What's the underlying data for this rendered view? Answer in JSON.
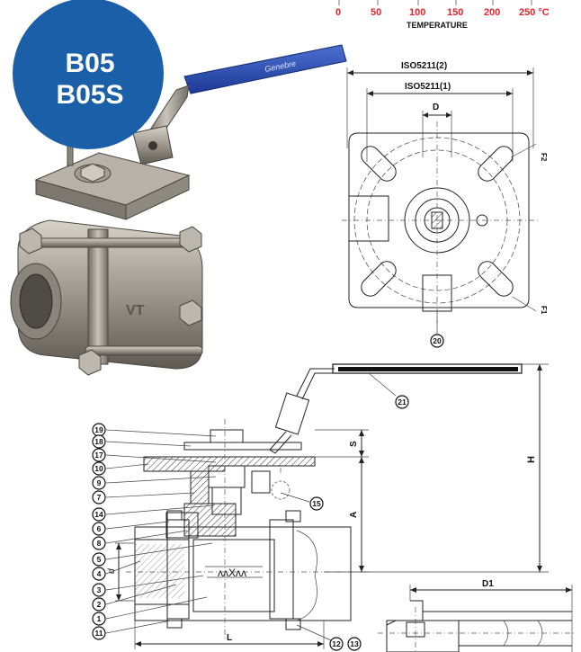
{
  "badge": {
    "line1": "B05",
    "line2": "B05S",
    "color": "#1a5fa8"
  },
  "temperature_axis": {
    "ticks": [
      "0",
      "50",
      "100",
      "150",
      "200",
      "250 °C"
    ],
    "label": "TEMPERATURE",
    "tick_color": "#e8232a"
  },
  "top_view": {
    "iso2": "ISO5211(2)",
    "iso1": "ISO5211(1)",
    "d_label": "D",
    "f2_label": "F2",
    "f1_label": "F1",
    "callout_20": "20"
  },
  "section_view": {
    "callouts_left": [
      "19",
      "18",
      "17",
      "10",
      "9",
      "7",
      "14",
      "6",
      "8",
      "5",
      "4",
      "3",
      "2",
      "1",
      "11"
    ],
    "callout_15": "15",
    "callout_21": "21",
    "callout_12": "12",
    "callout_13": "13",
    "dims": {
      "s": "S",
      "a": "A",
      "h": "H",
      "l": "L",
      "d": "d",
      "d1": "D1"
    }
  },
  "photo": {
    "handle_color": "#2646a8",
    "body_color": "#9a948a",
    "handle_text": "Genebre"
  }
}
